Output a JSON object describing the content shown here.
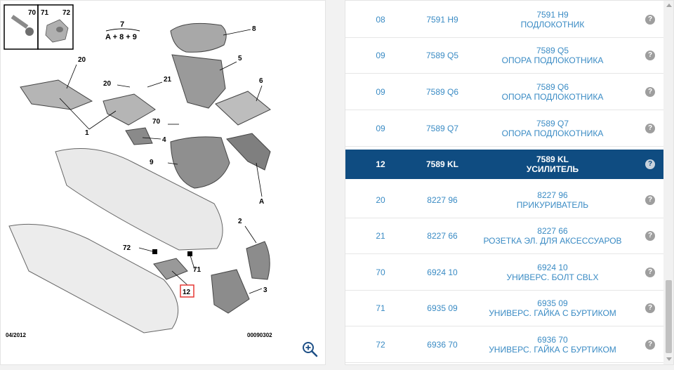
{
  "diagram": {
    "inset_numbers": [
      "70",
      "71",
      "72"
    ],
    "formula_number": "7",
    "formula": "A + 8 + 9",
    "callouts": [
      "20",
      "20",
      "21",
      "8",
      "5",
      "6",
      "70",
      "4",
      "9",
      "1",
      "A",
      "2",
      "72",
      "71",
      "12",
      "3"
    ],
    "footer_left": "04/2012",
    "footer_right": "00090302",
    "highlight_callout": "12",
    "colors": {
      "highlight": "#e53935",
      "outline": "#000000"
    }
  },
  "zoom": {
    "icon": "zoom-in-icon"
  },
  "parts_table": {
    "rows": [
      {
        "pos": "08",
        "code": "7591 H9",
        "desc_code": "7591 H9",
        "desc_name": "ПОДЛОКОТНИК",
        "selected": false
      },
      {
        "pos": "09",
        "code": "7589 Q5",
        "desc_code": "7589 Q5",
        "desc_name": "ОПОРА ПОДЛОКОТНИКА",
        "selected": false
      },
      {
        "pos": "09",
        "code": "7589 Q6",
        "desc_code": "7589 Q6",
        "desc_name": "ОПОРА ПОДЛОКОТНИКА",
        "selected": false
      },
      {
        "pos": "09",
        "code": "7589 Q7",
        "desc_code": "7589 Q7",
        "desc_name": "ОПОРА ПОДЛОКОТНИКА",
        "selected": false
      },
      {
        "pos": "12",
        "code": "7589 KL",
        "desc_code": "7589 KL",
        "desc_name": "УСИЛИТЕЛЬ",
        "selected": true
      },
      {
        "pos": "20",
        "code": "8227 96",
        "desc_code": "8227 96",
        "desc_name": "ПРИКУРИВАТЕЛЬ",
        "selected": false
      },
      {
        "pos": "21",
        "code": "8227 66",
        "desc_code": "8227 66",
        "desc_name": "РОЗЕТКА ЭЛ. ДЛЯ АКСЕССУАРОВ",
        "selected": false
      },
      {
        "pos": "70",
        "code": "6924 10",
        "desc_code": "6924 10",
        "desc_name": "УНИВЕРС. БОЛТ CBLX",
        "selected": false
      },
      {
        "pos": "71",
        "code": "6935 09",
        "desc_code": "6935 09",
        "desc_name": "УНИВЕРС. ГАЙКА С БУРТИКОМ",
        "selected": false
      },
      {
        "pos": "72",
        "code": "6936 70",
        "desc_code": "6936 70",
        "desc_name": "УНИВЕРС. ГАЙКА С БУРТИКОМ",
        "selected": false
      }
    ],
    "help_glyph": "?",
    "colors": {
      "link": "#3a8bc4",
      "selected_bg": "#0f4c81"
    }
  }
}
